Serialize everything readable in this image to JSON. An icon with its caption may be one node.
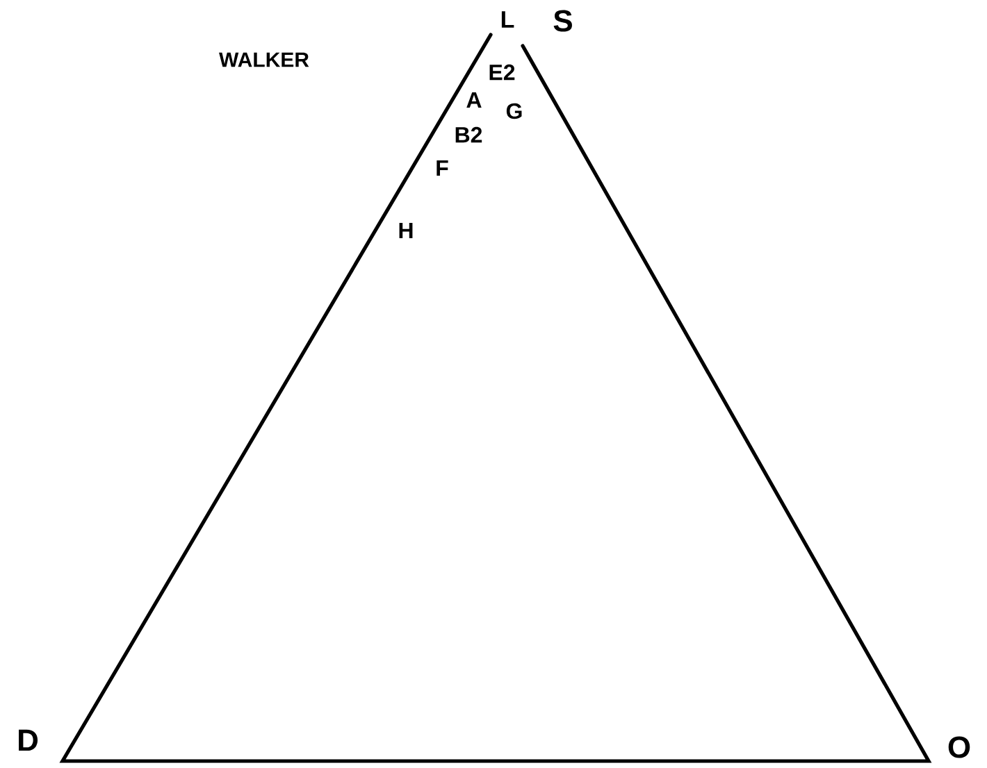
{
  "diagram": {
    "labels": [
      "L",
      "S",
      "WALKER",
      "E2",
      "A",
      "G",
      "B2",
      "F",
      "H",
      "D",
      "O"
    ]
  }
}
